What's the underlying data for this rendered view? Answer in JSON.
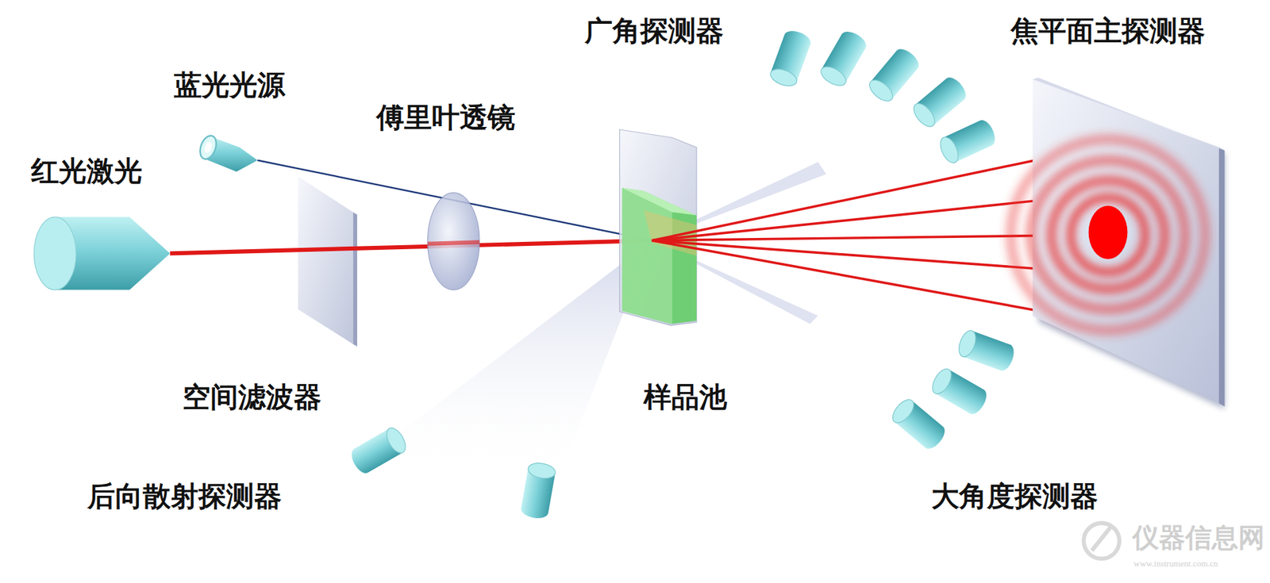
{
  "diagram": {
    "labels": [
      "广角探测器",
      "焦平面主探测器",
      "蓝光光源",
      "傅里叶透镜",
      "红光激光",
      "空间滤波器",
      "样品池",
      "后向散射探测器",
      "大角度探测器",
      "仪器信息网",
      "www.instrument.com.cn"
    ]
  }
}
